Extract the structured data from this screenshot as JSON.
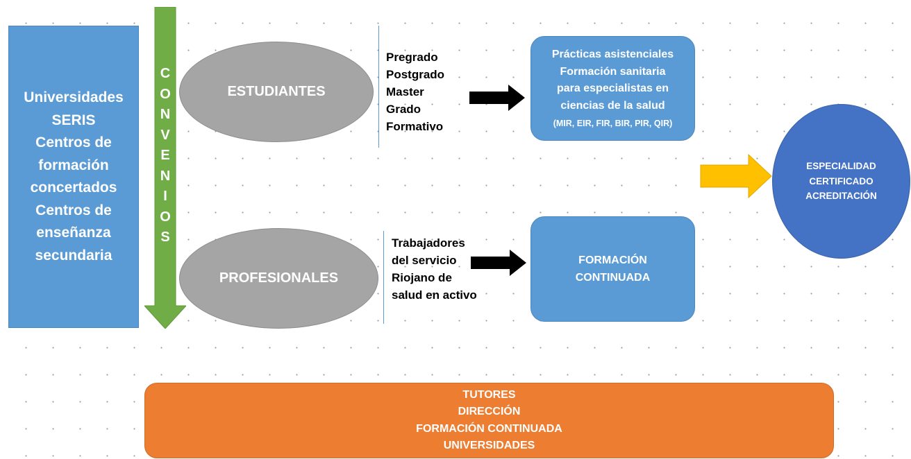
{
  "institutions": {
    "lines": [
      "Universidades",
      "SERIS",
      "Centros de",
      "formación",
      "concertados",
      "Centros de",
      "enseñanza",
      "secundaria"
    ]
  },
  "convenios": {
    "letters": [
      "C",
      "O",
      "N",
      "V",
      "E",
      "N",
      "I",
      "O",
      "S"
    ]
  },
  "students": {
    "label": "ESTUDIANTES",
    "items": [
      "Pregrado",
      "Postgrado",
      "Master",
      "Grado",
      "Formativo"
    ]
  },
  "professionals": {
    "label": "PROFESIONALES",
    "items": [
      "Trabajadores",
      "del servicio",
      "Riojano de",
      "salud en activo"
    ]
  },
  "practicas_box": {
    "lines": [
      "Prácticas asistenciales",
      "Formación sanitaria",
      "para especialistas en",
      "ciencias de la salud"
    ],
    "note": "(MIR, EIR, FIR, BIR, PIR, QIR)"
  },
  "formacion_box": {
    "lines": [
      "FORMACIÓN",
      "CONTINUADA"
    ]
  },
  "especialidad": {
    "lines": [
      "ESPECIALIDAD",
      "CERTIFICADO",
      "ACREDITACIÓN"
    ]
  },
  "support_bar": {
    "lines": [
      "TUTORES",
      "DIRECCIÓN",
      "FORMACIÓN CONTINUADA",
      "UNIVERSIDADES"
    ]
  },
  "colors": {
    "institutions_blue": "#5b9bd5",
    "convenios_green": "#70ad47",
    "ellipse_gray": "#a5a5a5",
    "arrow_black": "#000000",
    "arrow_yellow": "#ffc000",
    "especialidad_blue": "#4472c4",
    "support_orange": "#ed7d31"
  }
}
